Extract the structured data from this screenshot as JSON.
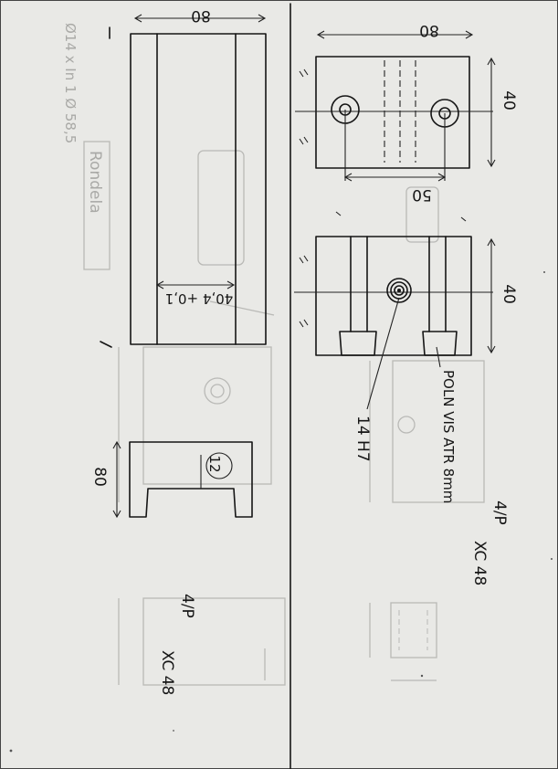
{
  "drawing": {
    "top_view": {
      "width_label": "80",
      "height_label": "40",
      "spacing_label": "50"
    },
    "front_view": {
      "height_label": "40",
      "callout_left": "14 H7",
      "callout_right": "POLN VIS ATR 8mm"
    },
    "side_view": {
      "top_label": "80",
      "inner_label": "40,4 +0,1",
      "height_label": "80",
      "hole_label": "12"
    },
    "notes": {
      "part_name": "Rondela",
      "material": "Ø14 x In 1 Ø 58,5",
      "qty_left": "4/P",
      "steel_left": "XC 48",
      "qty_right": "4/P",
      "steel_right": "XC 48"
    }
  }
}
